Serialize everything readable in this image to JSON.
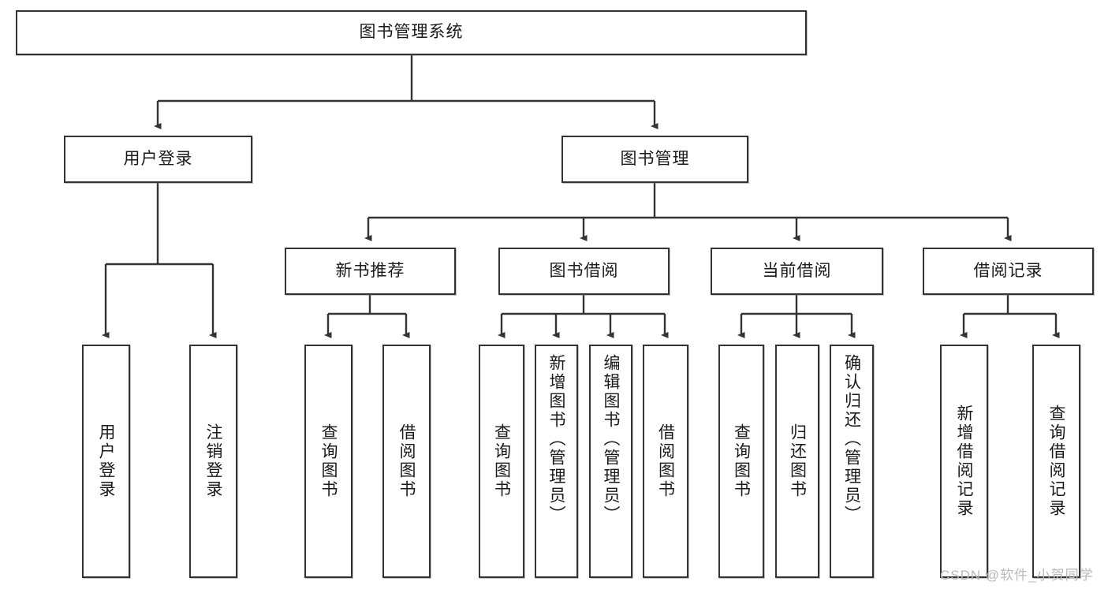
{
  "diagram": {
    "type": "tree-hierarchy-chart",
    "title": "图书管理系统",
    "stroke_color": "#333333",
    "text_color": "#1a1a1a",
    "background": "#ffffff"
  },
  "nodes": {
    "root": {
      "label": "图书管理系统"
    },
    "level2": [
      {
        "label": "用户登录"
      },
      {
        "label": "图书管理"
      }
    ],
    "level3": [
      {
        "label": "新书推荐"
      },
      {
        "label": "图书借阅"
      },
      {
        "label": "当前借阅"
      },
      {
        "label": "借阅记录"
      }
    ],
    "leaves": {
      "user_login": [
        {
          "label": "用户登录"
        },
        {
          "label": "注销登录"
        }
      ],
      "new_book_recommend": [
        {
          "label": "查询图书"
        },
        {
          "label": "借阅图书"
        }
      ],
      "book_borrow": [
        {
          "label": "查询图书"
        },
        {
          "label": "新增图书（管理员）"
        },
        {
          "label": "编辑图书（管理员）"
        },
        {
          "label": "借阅图书"
        }
      ],
      "current_borrow": [
        {
          "label": "查询图书"
        },
        {
          "label": "归还图书"
        },
        {
          "label": "确认归还（管理员）"
        }
      ],
      "borrow_record": [
        {
          "label": "新增借阅记录"
        },
        {
          "label": "查询借阅记录"
        }
      ]
    }
  },
  "watermark": {
    "text": "CSDN @软件_小贺同学"
  }
}
